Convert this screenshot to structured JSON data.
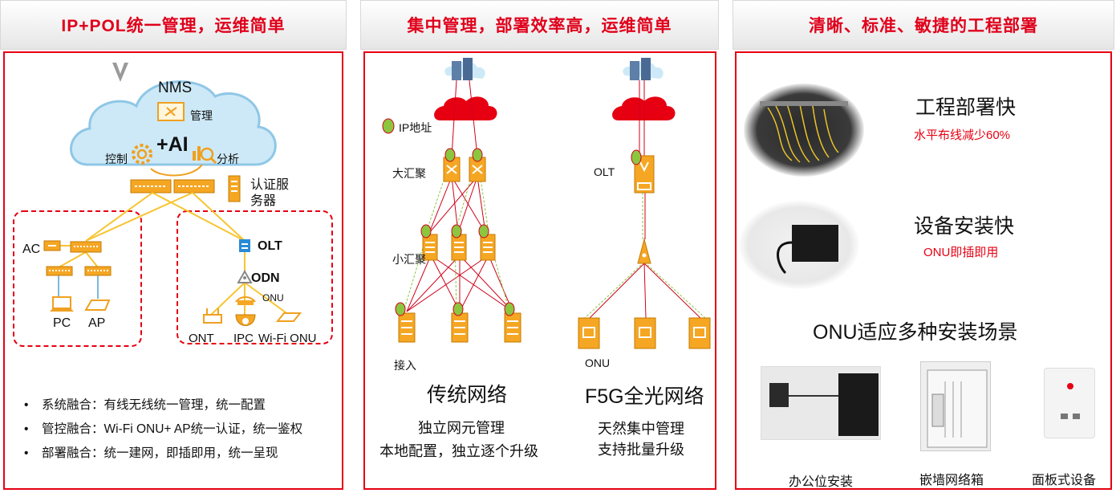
{
  "panel1": {
    "title": "IP+POL统一管理，运维简单",
    "nms": "NMS",
    "manage": "管理",
    "control": "控制",
    "ai": "+AI",
    "analysis": "分析",
    "auth_server_line1": "认证服",
    "auth_server_line2": "务器",
    "ac": "AC",
    "pc": "PC",
    "ap": "AP",
    "olt": "OLT",
    "odn": "ODN",
    "onu": "ONU",
    "ont": "ONT",
    "ipc": "IPC",
    "wifi_onu": "Wi-Fi ONU",
    "bullets": [
      "系统融合：有线无线统一管理，统一配置",
      "管控融合：Wi-Fi ONU+ AP统一认证，统一鉴权",
      "部署融合：统一建网，即插即用，统一呈现"
    ]
  },
  "panel2": {
    "title": "集中管理，部署效率高，运维简单",
    "ip_address": "IP地址",
    "core_agg": "大汇聚",
    "small_agg": "小汇聚",
    "access": "接入",
    "olt": "OLT",
    "onu": "ONU",
    "traditional": {
      "name": "传统网络",
      "line1": "独立网元管理",
      "line2": "本地配置，独立逐个升级"
    },
    "f5g": {
      "name": "F5G全光网络",
      "line1": "天然集中管理",
      "line2": "支持批量升级"
    }
  },
  "panel3": {
    "title": "清晰、标准、敏捷的工程部署",
    "fast_engineering": "工程部署快",
    "fast_engineering_sub": "水平布线减少60%",
    "fast_install": "设备安装快",
    "fast_install_sub": "ONU即插即用",
    "scenarios": "ONU适应多种安装场景",
    "captions": [
      "办公位安装",
      "嵌墙网络箱",
      "面板式设备"
    ]
  },
  "colors": {
    "accent": "#e60012",
    "orange": "#f5a623",
    "cloud": "#bfe3f5",
    "green": "#8cc63f"
  }
}
